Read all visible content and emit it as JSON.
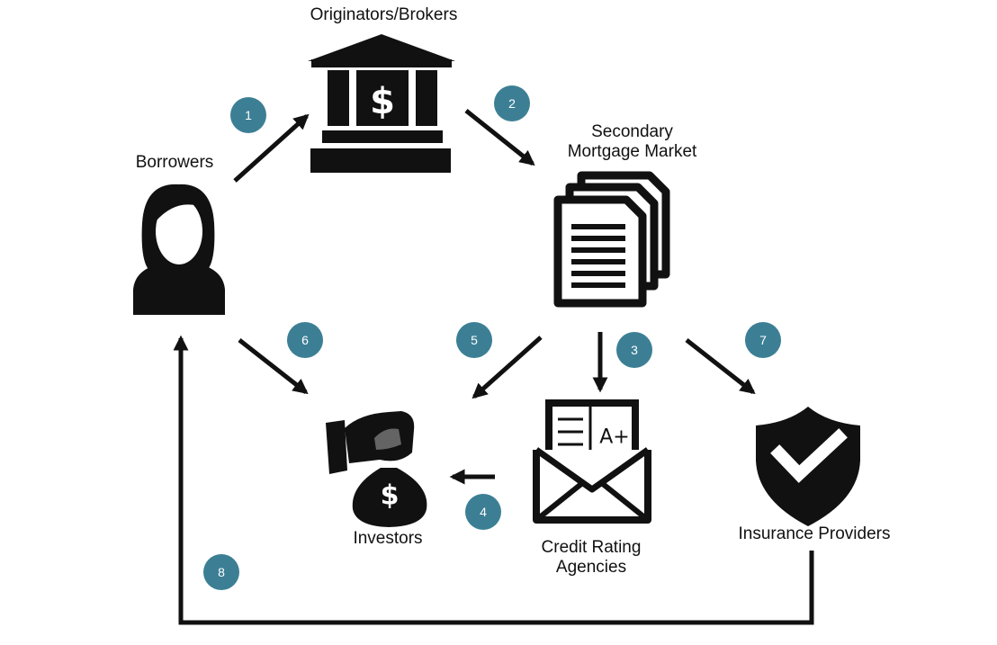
{
  "colors": {
    "badge": "#3c7f95",
    "ink": "#111111",
    "paper": "#ffffff"
  },
  "nodes": {
    "originators": {
      "label": "Originators/Brokers",
      "icon": "bank-icon"
    },
    "borrowers": {
      "label": "Borrowers",
      "icon": "person-icon"
    },
    "secondary": {
      "label_line1": "Secondary",
      "label_line2": "Mortgage Market",
      "icon": "documents-icon"
    },
    "investors": {
      "label": "Investors",
      "icon": "money-bag-icon"
    },
    "credit": {
      "label_line1": "Credit Rating",
      "label_line2": "Agencies",
      "icon": "rating-envelope-icon"
    },
    "insurance": {
      "label": "Insurance Providers",
      "icon": "shield-check-icon"
    }
  },
  "icon_text": {
    "dollar": "$",
    "grade": "A+"
  },
  "steps": [
    "1",
    "2",
    "3",
    "4",
    "5",
    "6",
    "7",
    "8"
  ]
}
